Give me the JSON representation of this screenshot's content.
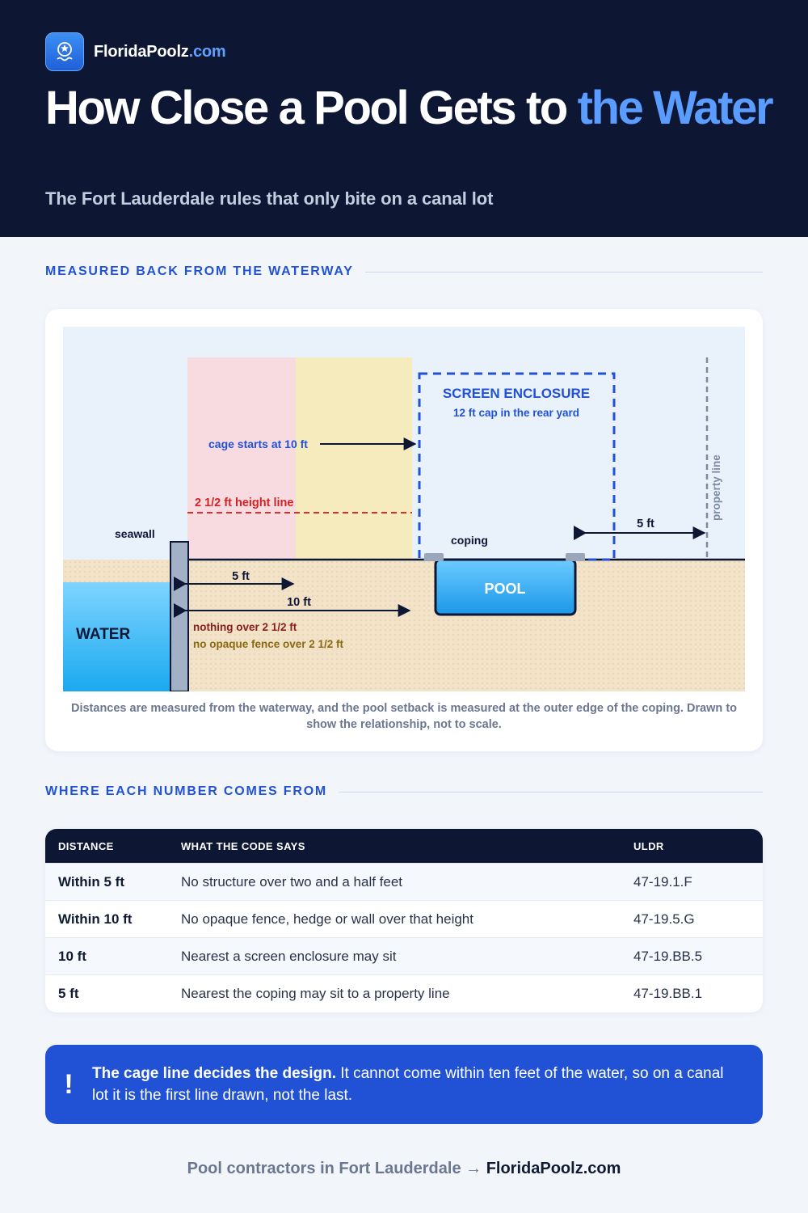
{
  "brand": {
    "name": "FloridaPoolz",
    "tld": ".com"
  },
  "title": {
    "main": "How Close a Pool Gets to ",
    "highlight": "the Water"
  },
  "subtitle": "The Fort Lauderdale rules that only bite on a canal lot",
  "sections": {
    "diagram": "MEASURED BACK FROM THE WATERWAY",
    "sources": "WHERE EACH NUMBER COMES FROM"
  },
  "diagram": {
    "labels": {
      "enclosure_title": "SCREEN ENCLOSURE",
      "enclosure_sub": "12 ft cap in the rear yard",
      "cage_start": "cage starts at 10 ft",
      "height_line": "2 1/2 ft height line",
      "seawall": "seawall",
      "coping": "coping",
      "pool": "POOL",
      "water": "WATER",
      "dist_5": "5 ft",
      "dist_10": "10 ft",
      "dist_prop": "5 ft",
      "property_line": "property line",
      "zone_5": "nothing over 2 1/2 ft",
      "zone_10": "no opaque fence over 2 1/2 ft"
    },
    "colors": {
      "sky": "#e9f1fb",
      "zone_5": "#f8dbe1",
      "zone_10": "#f6ebbd",
      "ground": "#f1e2c8",
      "water": "#28b4f2",
      "pool": "#27a7ef",
      "enclosure": "#2152d6",
      "height_line": "#e02b2b"
    },
    "caption": "Distances are measured from the waterway, and the pool setback is measured at the outer edge of the coping. Drawn to show the relationship, not to scale."
  },
  "table": {
    "headers": [
      "DISTANCE",
      "WHAT THE CODE SAYS",
      "ULDR"
    ],
    "rows": [
      {
        "distance": "Within 5 ft",
        "rule": "No structure over two and a half feet",
        "uldr": "47-19.1.F"
      },
      {
        "distance": "Within 10 ft",
        "rule": "No opaque fence, hedge or wall over that height",
        "uldr": "47-19.5.G"
      },
      {
        "distance": "10 ft",
        "rule": "Nearest a screen enclosure may sit",
        "uldr": "47-19.BB.5"
      },
      {
        "distance": "5 ft",
        "rule": "Nearest the coping may sit to a property line",
        "uldr": "47-19.BB.1"
      }
    ]
  },
  "callout": {
    "icon": "!",
    "bold": "The cage line decides the design.",
    "text": " It cannot come within ten feet of the water, so on a canal lot it is the first line drawn, not the last."
  },
  "footer": {
    "lead": "Pool contractors in Fort Lauderdale → ",
    "site": "FloridaPoolz.com"
  }
}
